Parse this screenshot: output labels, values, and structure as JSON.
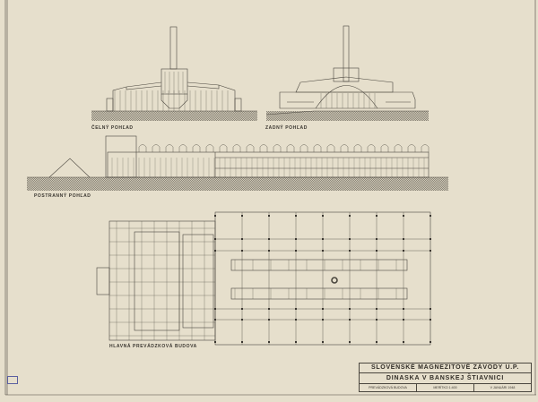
{
  "views": {
    "front": "ČELNÝ POHĽAD",
    "rear": "ZADNÝ POHĽAD",
    "side": "POSTRANNÝ POHĽAD",
    "plan": "HLAVNÁ PREVÁDZKOVÁ BUDOVA"
  },
  "title_block": {
    "company": "SLOVENSKÉ MAGNEZITOVÉ ZÁVODY U.P.",
    "project": "DINASKA V BANSKEJ ŠTIAVNICI",
    "drawing": "PREVÁDZKOVÁ BUDOVA",
    "scale": "MERÍTKO 1:400",
    "date": "V JANUÁRI 1948"
  },
  "colors": {
    "paper": "#e6dfcc",
    "ink": "#3a3630",
    "stamp": "#5a5fa0"
  }
}
